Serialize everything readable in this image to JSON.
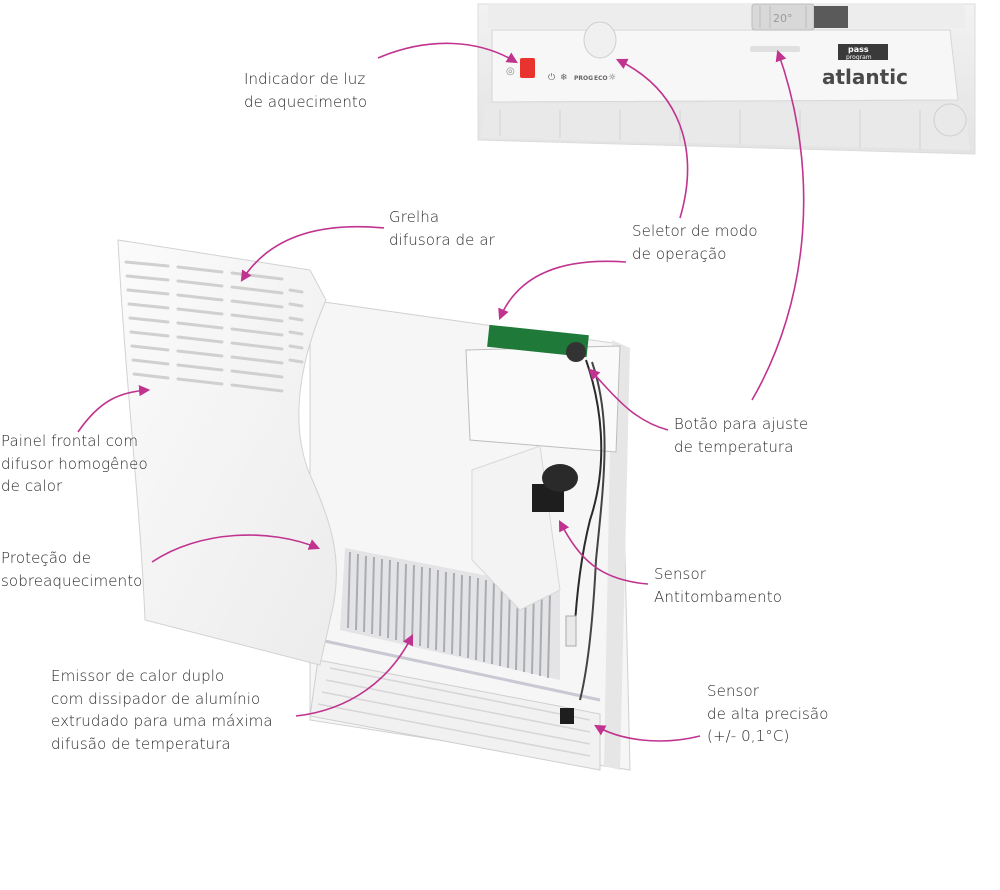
{
  "colors": {
    "arrow": "#c0338f",
    "indicator_light": "#e8342c",
    "panel": "#f4f4f4",
    "fins": "#b9bcc0",
    "pcb": "#1f7a3a"
  },
  "control_panel": {
    "brand": "atlantic",
    "badge_top": "pass",
    "badge_bottom": "program",
    "dial_value": "20°",
    "mode_labels": [
      "PROG",
      "ECO"
    ],
    "icons": [
      "power-icon",
      "snowflake-icon",
      "sun-icon",
      "fan-curves-icon"
    ]
  },
  "labels": {
    "heating_light": [
      "Indicador de luz",
      "de aquecimento"
    ],
    "air_grille": [
      "Grelha",
      "difusora de ar"
    ],
    "mode_selector": [
      "Seletor de modo",
      "de operação"
    ],
    "temp_button": [
      "Botão para ajuste",
      "de temperatura"
    ],
    "front_panel": [
      "Painel frontal com",
      "difusor homogêneo",
      "de calor"
    ],
    "overheat": [
      "Proteção de",
      "sobreaquecimento"
    ],
    "anti_tip": [
      "Sensor",
      "Antitombamento"
    ],
    "emitter": [
      "Emissor de calor duplo",
      "com dissipador de alumínio",
      "extrudado para uma máxima",
      "difusão de temperatura"
    ],
    "precision_sensor": [
      "Sensor",
      "de alta precisão",
      "(+/- 0,1°C)"
    ]
  }
}
